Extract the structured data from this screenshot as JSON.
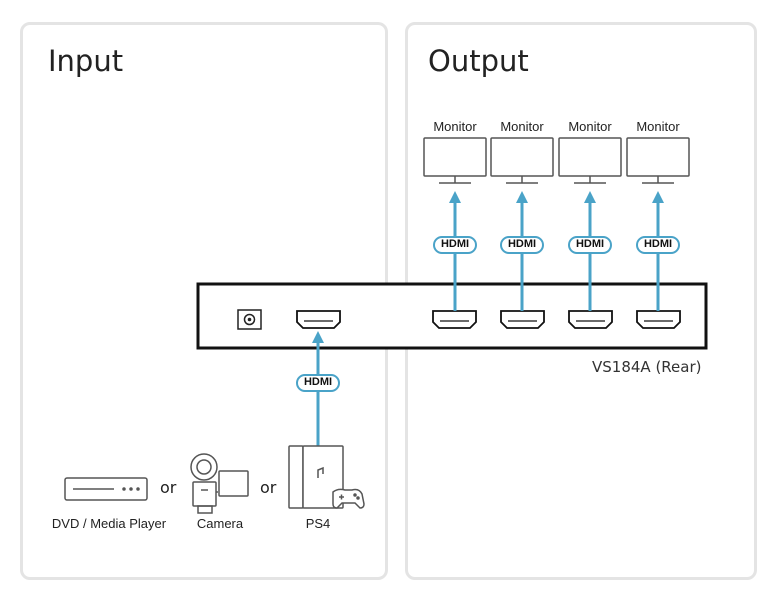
{
  "input": {
    "title": "Input",
    "sources": [
      {
        "label": "DVD / Media Player",
        "icon": "dvd-player-icon"
      },
      {
        "label": "Camera",
        "icon": "camera-icon"
      },
      {
        "label": "PS4",
        "icon": "ps4-console-icon"
      }
    ],
    "separator": "or",
    "connection_label": "HDMI"
  },
  "output": {
    "title": "Output",
    "monitors": [
      {
        "label": "Monitor"
      },
      {
        "label": "Monitor"
      },
      {
        "label": "Monitor"
      },
      {
        "label": "Monitor"
      }
    ],
    "connection_label": "HDMI"
  },
  "device": {
    "caption": "VS184A (Rear)",
    "ports": [
      "power-port",
      "hdmi-in",
      "hdmi-out-1",
      "hdmi-out-2",
      "hdmi-out-3",
      "hdmi-out-4"
    ]
  },
  "colors": {
    "arrow": "#4aa3c8",
    "panel_border": "#e4e4e4",
    "icon_stroke": "#555555",
    "device_border": "#111111"
  }
}
